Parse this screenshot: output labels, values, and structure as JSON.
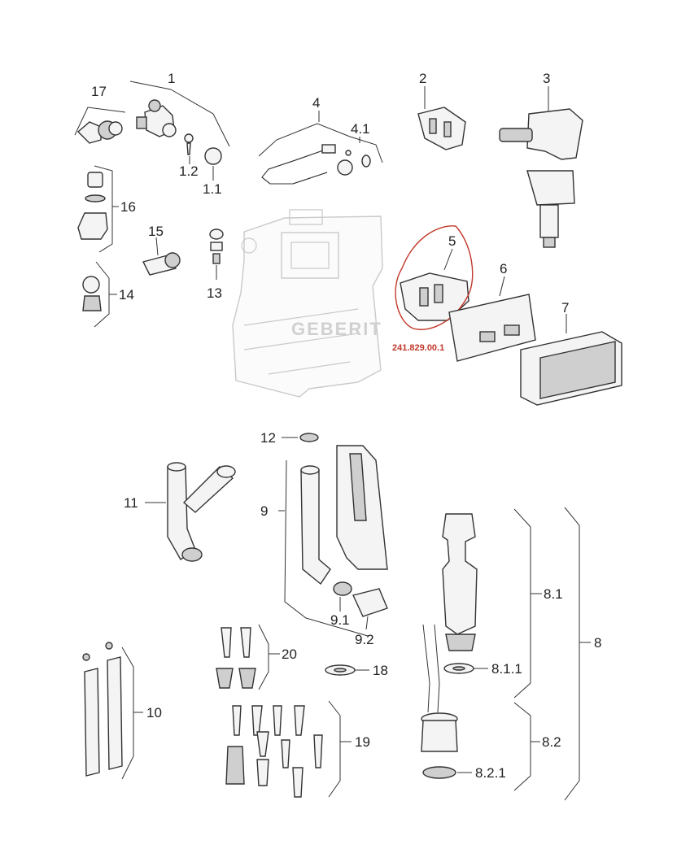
{
  "brand": "GEBERIT",
  "highlighted_part_number": "241.829.00.1",
  "labels": {
    "p1": "1",
    "p1_1": "1.1",
    "p1_2": "1.2",
    "p2": "2",
    "p3": "3",
    "p4": "4",
    "p4_1": "4.1",
    "p5": "5",
    "p6": "6",
    "p7": "7",
    "p8": "8",
    "p8_1": "8.1",
    "p8_1_1": "8.1.1",
    "p8_2": "8.2",
    "p8_2_1": "8.2.1",
    "p9": "9",
    "p9_1": "9.1",
    "p9_2": "9.2",
    "p10": "10",
    "p11": "11",
    "p12": "12",
    "p13": "13",
    "p14": "14",
    "p15": "15",
    "p16": "16",
    "p17": "17",
    "p18": "18",
    "p19": "19",
    "p20": "20"
  },
  "colors": {
    "line": "#333333",
    "highlight": "#c0392b",
    "ghost": "#c9c9c9"
  }
}
